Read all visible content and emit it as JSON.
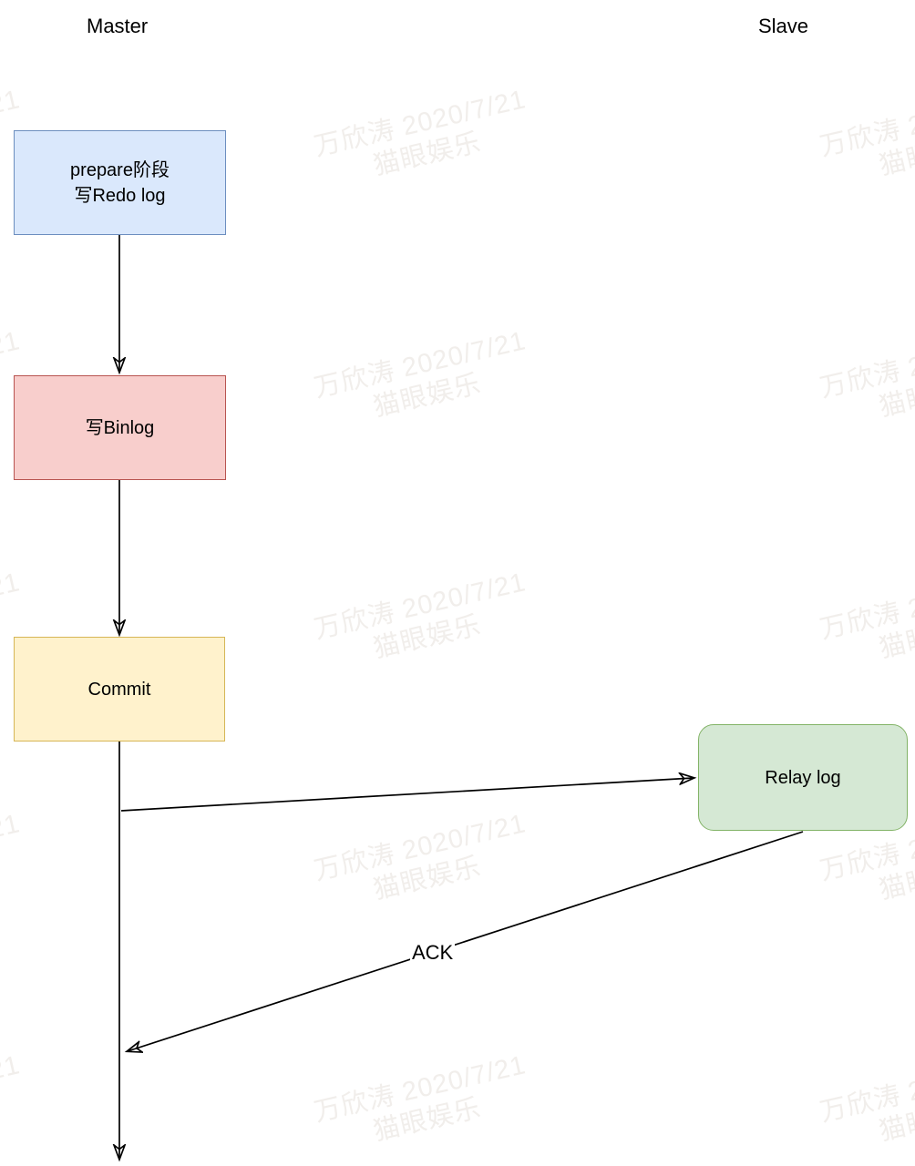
{
  "diagram": {
    "master_label": "Master",
    "slave_label": "Slave",
    "nodes": {
      "prepare": {
        "line1": "prepare阶段",
        "line2": "写Redo log",
        "fill": "#dae8fc",
        "border": "#6c8ebf"
      },
      "binlog": {
        "label": "写Binlog",
        "fill": "#f8cecc",
        "border": "#b85450"
      },
      "commit": {
        "label": "Commit",
        "fill": "#fff2cc",
        "border": "#d6b656"
      },
      "relay": {
        "label": "Relay log",
        "fill": "#d5e8d4",
        "border": "#82b366"
      }
    },
    "edges": {
      "ack_label": "ACK",
      "stroke_color": "#000000"
    }
  },
  "watermark": {
    "line1": "万欣涛 2020/7/21",
    "line2": "猫眼娱乐",
    "color": "#f1eeeb"
  }
}
